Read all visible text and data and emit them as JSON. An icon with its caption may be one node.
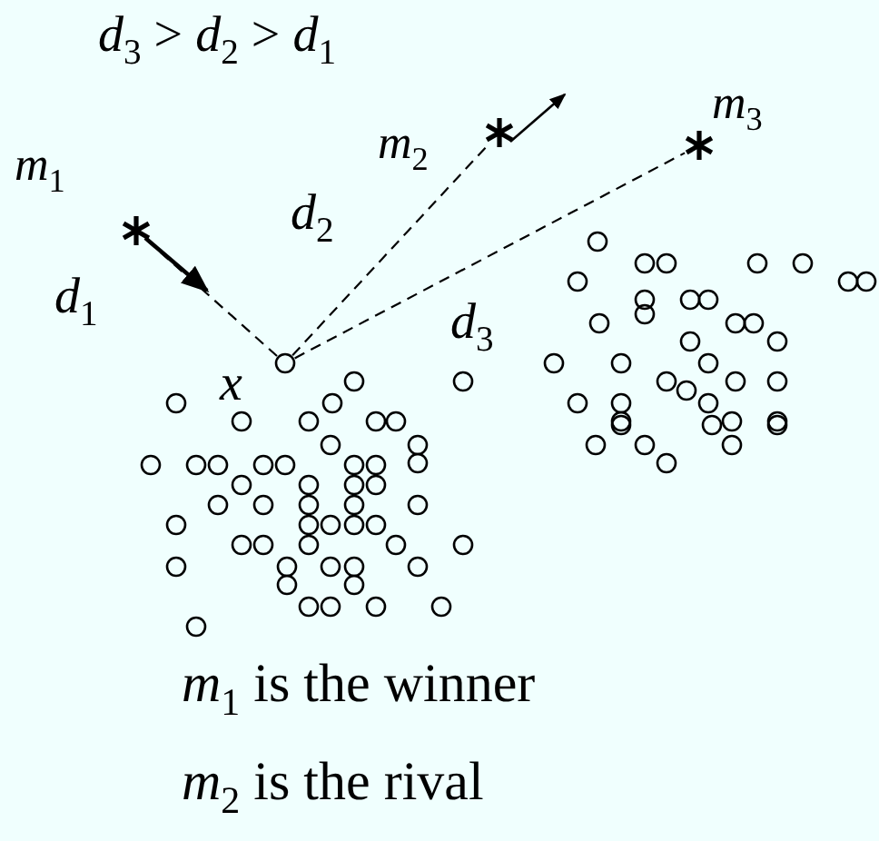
{
  "diagram": {
    "nodes": [
      {
        "text": [],
        "shape": "circle",
        "beside": [
          "x"
        ]
      },
      {
        "text": [],
        "shape": "star",
        "beside": [
          "*m*$_{1}$"
        ]
      },
      {
        "text": [],
        "shape": "star",
        "beside": [
          "*m*$_{2}$"
        ]
      },
      {
        "text": [],
        "shape": "star",
        "beside": [
          "*m*$_{3}$"
        ]
      }
    ],
    "edges": [
      {
        "from": 0,
        "to": 1,
        "arrow": "none",
        "style": "dashed",
        "label": "*d*$_{1}$"
      },
      {
        "from": 0,
        "to": 2,
        "arrow": "none",
        "style": "dashed",
        "label": "*d*$_{2}$"
      },
      {
        "from": 0,
        "to": 3,
        "arrow": "none",
        "style": "dashed",
        "label": "*d*$_{3}$"
      }
    ],
    "labels": [
      "*d*$_{3}$ > *d*$_{2}$ > *d*$_{1}$",
      "*m*$_{1}$ is the winner",
      "*m*$_{2}$ is the rival"
    ]
  }
}
